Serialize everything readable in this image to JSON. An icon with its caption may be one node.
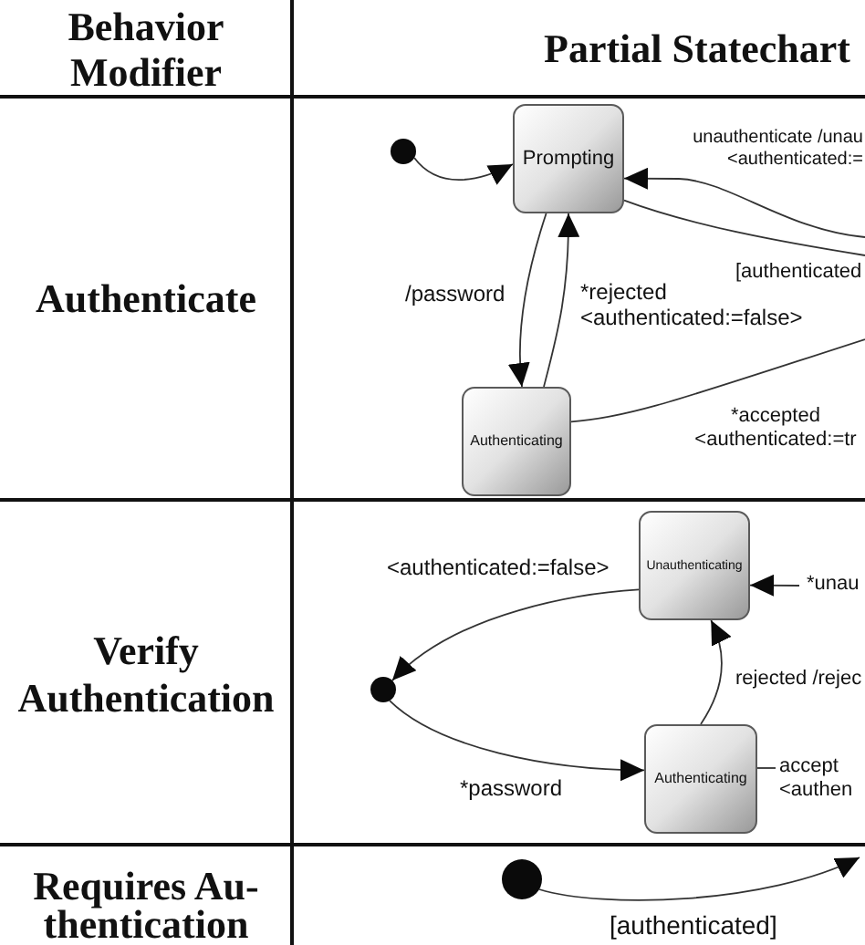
{
  "diagram": {
    "nodes": [
      {
        "text": [],
        "shape": "circle"
      },
      {
        "text": [
          "Prompting"
        ]
      },
      {
        "text": [
          "Authenticating"
        ]
      },
      {
        "text": [
          "Unauthenticating"
        ]
      },
      {
        "text": [],
        "shape": "circle"
      },
      {
        "text": [
          "Authenticating"
        ]
      },
      {
        "text": [],
        "shape": "circle"
      }
    ],
    "edges": [
      {
        "from": 0,
        "to": 1,
        "arrow": "to"
      },
      {
        "from": null,
        "to": 1,
        "arrow": "to",
        "label": "unauthenticate /unau <authenticated:="
      },
      {
        "from": 1,
        "to": null,
        "arrow": "none",
        "label": "[authenticated"
      },
      {
        "from": 1,
        "to": 2,
        "arrow": "to",
        "label": "/password"
      },
      {
        "from": 2,
        "to": 1,
        "arrow": "to",
        "label": "*rejected <authenticated:=false>"
      },
      {
        "from": 2,
        "to": null,
        "arrow": "none",
        "label": "*accepted <authenticated:=tr"
      },
      {
        "from": null,
        "to": 3,
        "arrow": "to",
        "label": "*unau"
      },
      {
        "from": 3,
        "to": 4,
        "arrow": "to",
        "label": "<authenticated:=false>"
      },
      {
        "from": 4,
        "to": 5,
        "arrow": "to",
        "label": "*password"
      },
      {
        "from": 5,
        "to": 3,
        "arrow": "to",
        "label": "rejected /rejec"
      },
      {
        "from": 5,
        "to": null,
        "arrow": "none",
        "label": "accept <authen"
      },
      {
        "from": 6,
        "to": null,
        "arrow": "to",
        "label": "[authenticated]"
      }
    ],
    "labels": [
      "Behavior Modifier",
      "Partial Statechart",
      "Authenticate",
      "Verify Authentication",
      "Requires Au- thentication"
    ]
  }
}
